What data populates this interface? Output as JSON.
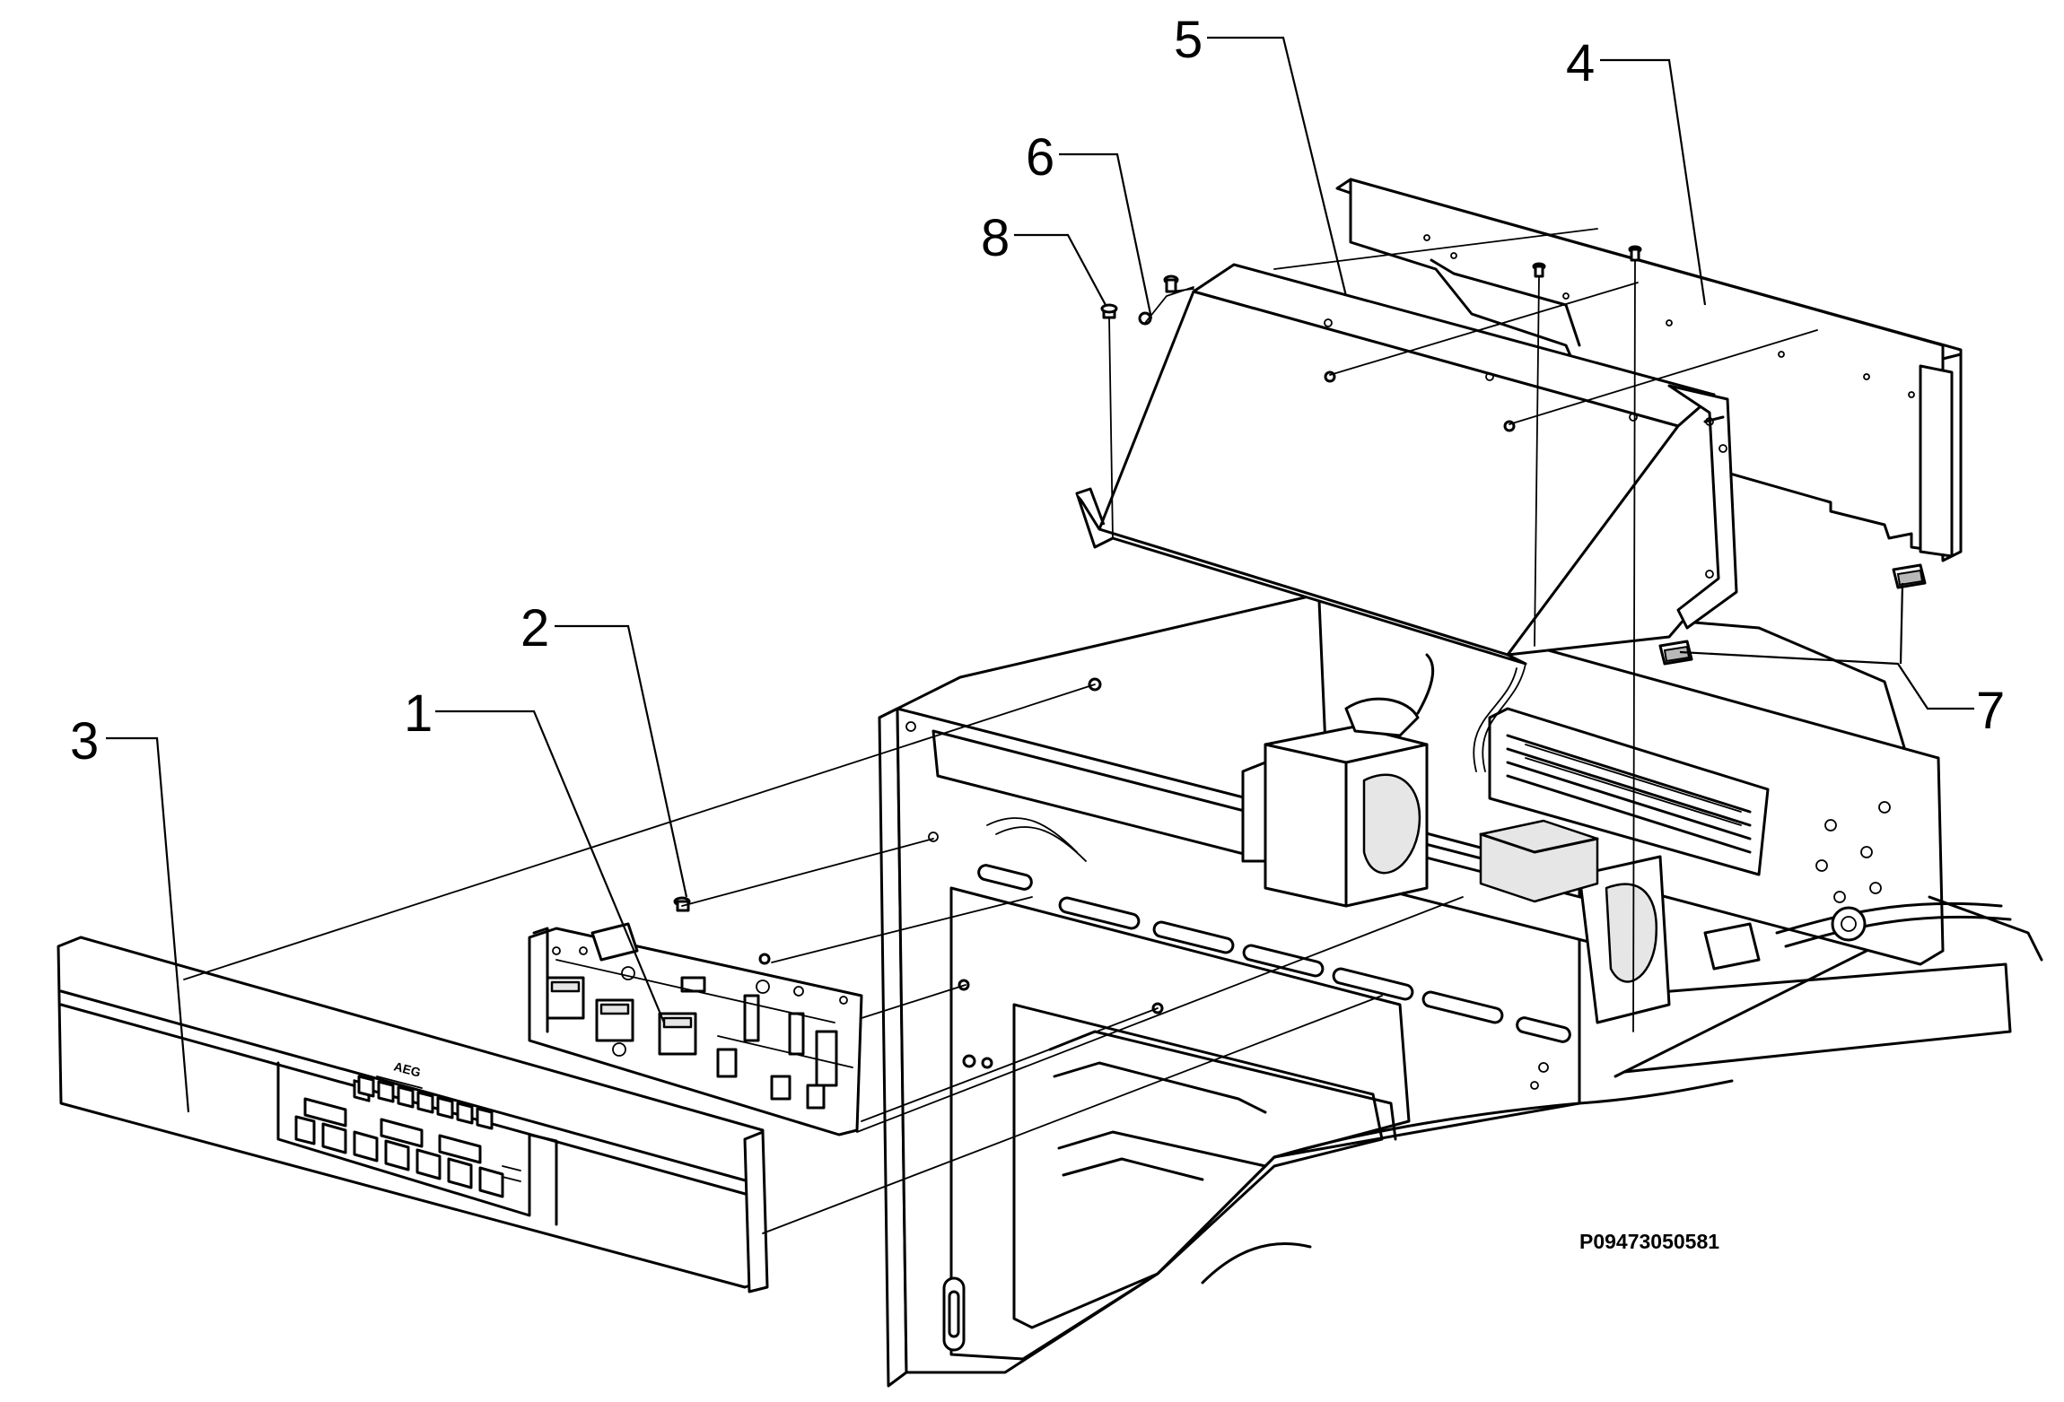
{
  "reference_code": "P09473050581",
  "brand_mark": "AEG",
  "callouts": [
    {
      "id": "1",
      "label": "1"
    },
    {
      "id": "2",
      "label": "2"
    },
    {
      "id": "3",
      "label": "3"
    },
    {
      "id": "4",
      "label": "4"
    },
    {
      "id": "5",
      "label": "5"
    },
    {
      "id": "6",
      "label": "6"
    },
    {
      "id": "7",
      "label": "7"
    },
    {
      "id": "8",
      "label": "8"
    }
  ]
}
